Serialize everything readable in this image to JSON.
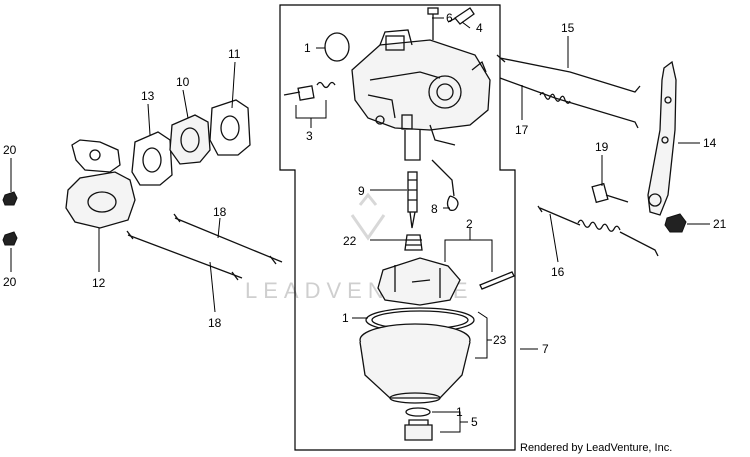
{
  "diagram": {
    "watermark": "LEADVENTURE",
    "credit": "Rendered by LeadVenture, Inc.",
    "callouts": {
      "c1a": "1",
      "c1b": "1",
      "c1c": "1",
      "c2": "2",
      "c3": "3",
      "c4": "4",
      "c5": "5",
      "c6": "6",
      "c7": "7",
      "c8": "8",
      "c9": "9",
      "c10": "10",
      "c11": "11",
      "c12": "12",
      "c13": "13",
      "c14": "14",
      "c15": "15",
      "c16": "16",
      "c17": "17",
      "c18a": "18",
      "c18b": "18",
      "c19": "19",
      "c20a": "20",
      "c20b": "20",
      "c21": "21",
      "c22": "22",
      "c23": "23"
    }
  }
}
